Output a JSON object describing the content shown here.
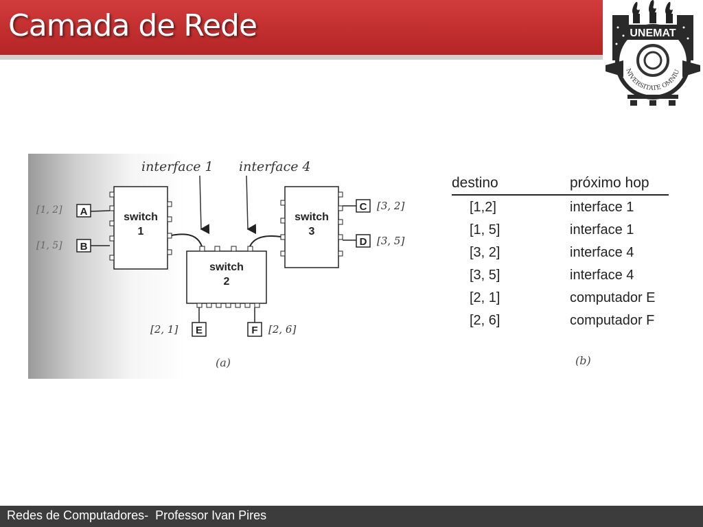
{
  "slide": {
    "title": "Camada de Rede",
    "footer": "Redes de Computadores-  Professor Ivan Pires"
  },
  "logo": {
    "text": "UNEMAT",
    "motto": "UNIVERSITATE OMNIUM"
  },
  "colors": {
    "title_bar": "#c0302e",
    "footer_bar": "#3c3c3c"
  },
  "figure_a": {
    "caption": "(a)",
    "interface_1_label": "interface 1",
    "interface_4_label": "interface 4",
    "switches": {
      "s1": {
        "name": "switch",
        "number": "1"
      },
      "s2": {
        "name": "switch",
        "number": "2"
      },
      "s3": {
        "name": "switch",
        "number": "3"
      }
    },
    "hosts": {
      "A": {
        "label": "A",
        "address": "[1, 2]"
      },
      "B": {
        "label": "B",
        "address": "[1, 5]"
      },
      "C": {
        "label": "C",
        "address": "[3, 2]"
      },
      "D": {
        "label": "D",
        "address": "[3, 5]"
      },
      "E": {
        "label": "E",
        "address": "[2, 1]"
      },
      "F": {
        "label": "F",
        "address": "[2, 6]"
      }
    }
  },
  "figure_b": {
    "caption": "(b)",
    "headers": {
      "destination": "destino",
      "next_hop": "próximo hop"
    },
    "rows": [
      {
        "destination": "[1,2]",
        "next_hop": "interface 1"
      },
      {
        "destination": "[1, 5]",
        "next_hop": "interface 1"
      },
      {
        "destination": "[3, 2]",
        "next_hop": "interface 4"
      },
      {
        "destination": "[3, 5]",
        "next_hop": "interface 4"
      },
      {
        "destination": "[2, 1]",
        "next_hop": "computador E"
      },
      {
        "destination": "[2, 6]",
        "next_hop": "computador F"
      }
    ]
  }
}
